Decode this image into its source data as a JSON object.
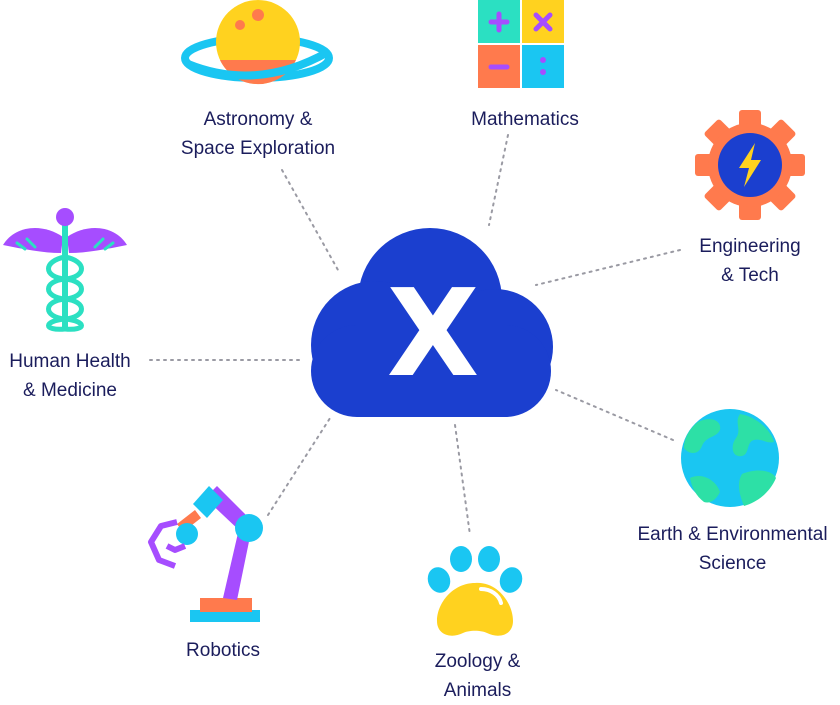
{
  "center": {
    "symbol": "X",
    "icon": "cloud-x-icon",
    "color": "#1b3fcf"
  },
  "colors": {
    "navy": "#1b1d5c",
    "blue": "#1b3fcf",
    "yellow": "#ffd21f",
    "orange": "#ff7a4d",
    "teal": "#2be0c2",
    "sky": "#1ac6f2",
    "purple": "#a64dff",
    "green": "#2de0a6"
  },
  "topics": [
    {
      "id": "astronomy",
      "icon": "planet-icon",
      "lines": [
        "Astronomy &",
        "Space Exploration"
      ]
    },
    {
      "id": "mathematics",
      "icon": "calculator-icon",
      "lines": [
        "Mathematics"
      ]
    },
    {
      "id": "engineering",
      "icon": "gear-bolt-icon",
      "lines": [
        "Engineering",
        "& Tech"
      ]
    },
    {
      "id": "health",
      "icon": "caduceus-icon",
      "lines": [
        "Human Health",
        "& Medicine"
      ]
    },
    {
      "id": "earth",
      "icon": "globe-icon",
      "lines": [
        "Earth & Environmental",
        "Science"
      ]
    },
    {
      "id": "zoology",
      "icon": "paw-icon",
      "lines": [
        "Zoology &",
        "Animals"
      ]
    },
    {
      "id": "robotics",
      "icon": "robot-arm-icon",
      "lines": [
        "Robotics"
      ]
    }
  ]
}
